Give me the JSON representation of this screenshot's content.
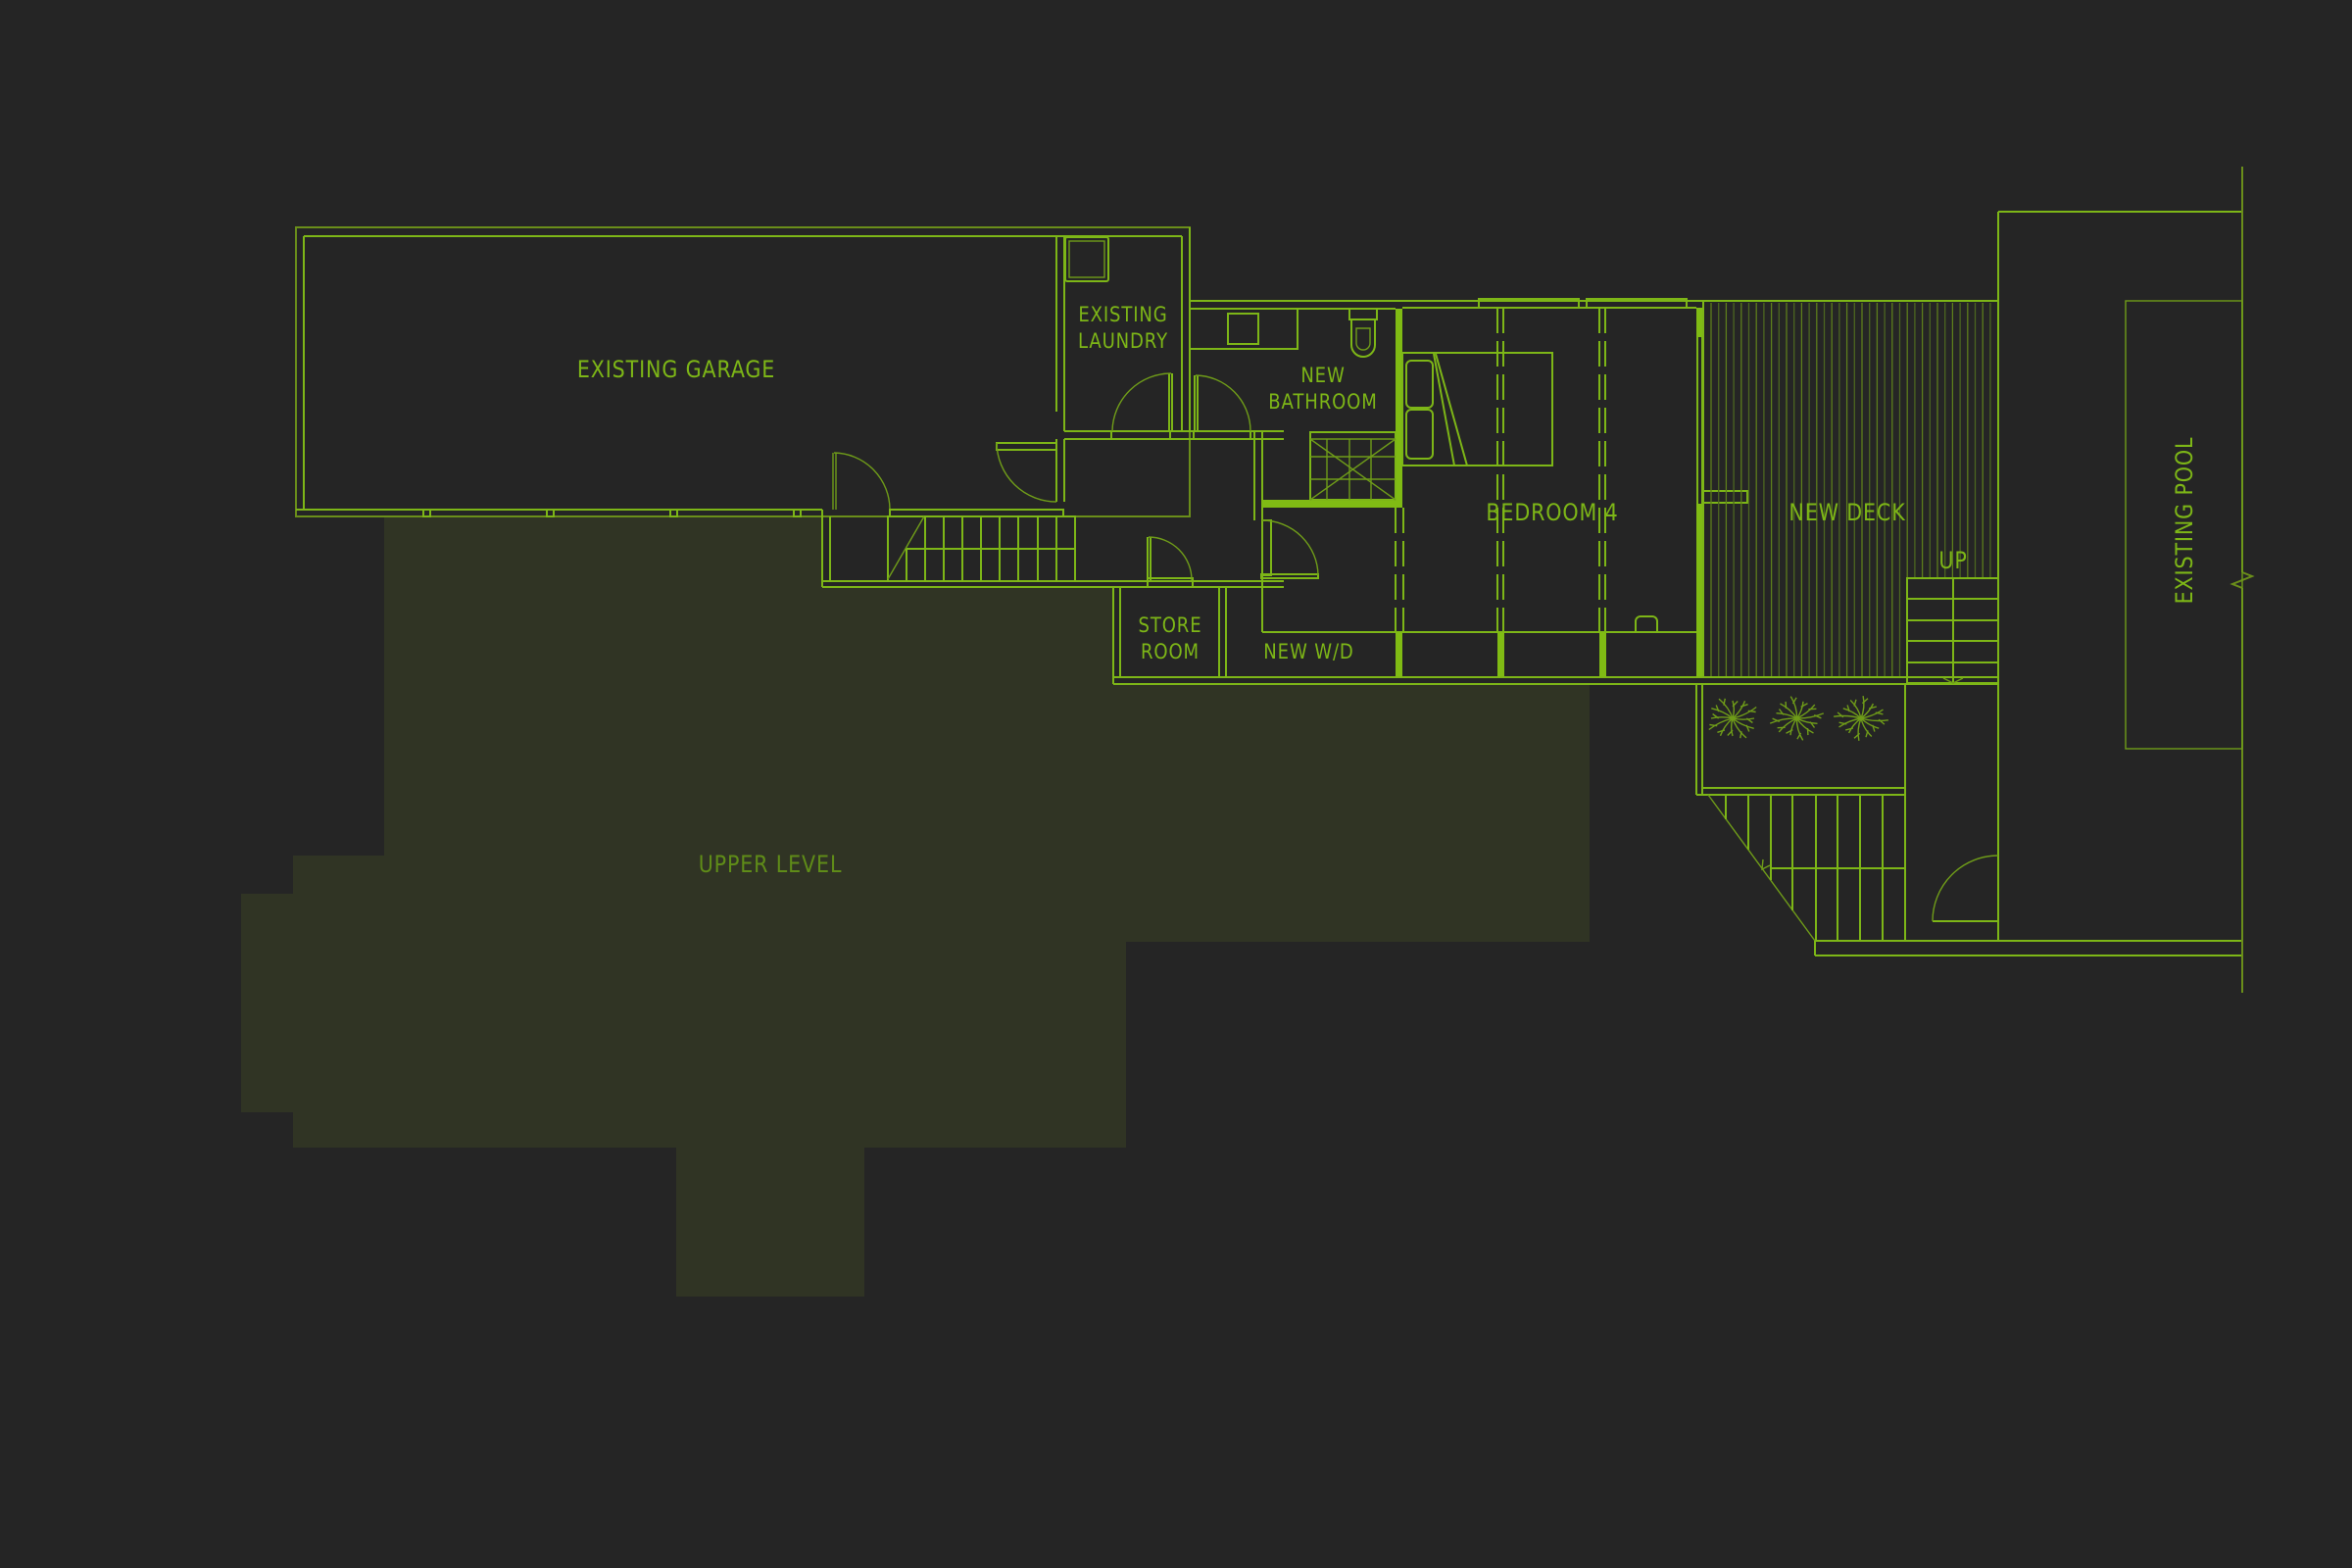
{
  "drawing": {
    "type": "architectural floor plan",
    "background_color": "#252525",
    "line_color": "#7db617",
    "upper_level_fill": "#303424"
  },
  "labels": {
    "garage": "EXISTING GARAGE",
    "laundry": "EXISTING\nLAUNDRY",
    "bathroom": "NEW\nBATHROOM",
    "bedroom": "BEDROOM 4",
    "deck": "NEW DECK",
    "up": "UP",
    "store": "STORE\nROOM",
    "wd": "NEW W/D",
    "upper": "UPPER LEVEL",
    "pool": "EXISTING POOL"
  },
  "rooms": [
    {
      "name": "EXISTING GARAGE",
      "status": "existing"
    },
    {
      "name": "EXISTING LAUNDRY",
      "status": "existing"
    },
    {
      "name": "NEW BATHROOM",
      "status": "new"
    },
    {
      "name": "BEDROOM 4",
      "status": "new"
    },
    {
      "name": "NEW DECK",
      "status": "new"
    },
    {
      "name": "STORE ROOM",
      "status": "existing"
    },
    {
      "name": "NEW W/D",
      "status": "new"
    },
    {
      "name": "UPPER LEVEL",
      "status": "context"
    },
    {
      "name": "EXISTING POOL",
      "status": "existing"
    }
  ],
  "symbols": {
    "trees": 3,
    "deck_stair_treads": 5,
    "hall_stair_treads": 8,
    "exterior_stair_treads": 8
  }
}
